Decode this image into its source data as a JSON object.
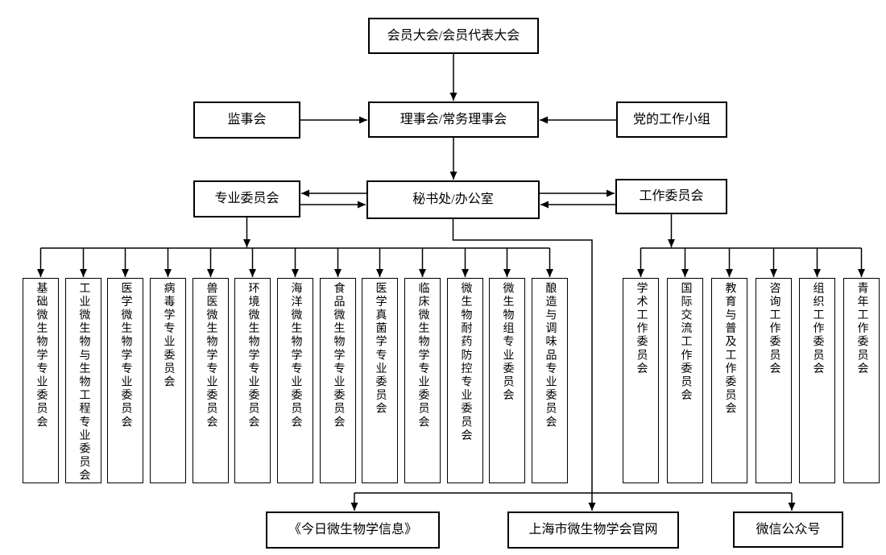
{
  "diagram": {
    "type": "org-chart",
    "colors": {
      "line": "#000000",
      "box_border": "#000000",
      "box_bg": "#ffffff",
      "text": "#000000",
      "page_bg": "#ffffff"
    }
  },
  "nodes": {
    "general_assembly": "会员大会/会员代表大会",
    "supervisory_board": "监事会",
    "council": "理事会/常务理事会",
    "party_work_group": "党的工作小组",
    "professional_committees_header": "专业委员会",
    "secretariat": "秘书处/办公室",
    "working_committees_header": "工作委员会"
  },
  "professional_committees": [
    "基础微生物学专业委员会",
    "工业微生物与生物工程专业委员会",
    "医学微生物学专业委员会",
    "病毒学专业委员会",
    "兽医微生物学专业委员会",
    "环境微生物学专业委员会",
    "海洋微生物学专业委员会",
    "食品微生物学专业委员会",
    "医学真菌学专业委员会",
    "临床微生物学专业委员会",
    "微生物耐药防控专业委员会",
    "微生物组专业委员会",
    "酿造与调味品专业委员会"
  ],
  "working_committees": [
    "学术工作委员会",
    "国际交流工作委员会",
    "教育与普及工作委员会",
    "咨询工作委员会",
    "组织工作委员会",
    "青年工作委员会"
  ],
  "media_channels": [
    "《今日微生物学信息》",
    "上海市微生物学会官网",
    "微信公众号"
  ]
}
